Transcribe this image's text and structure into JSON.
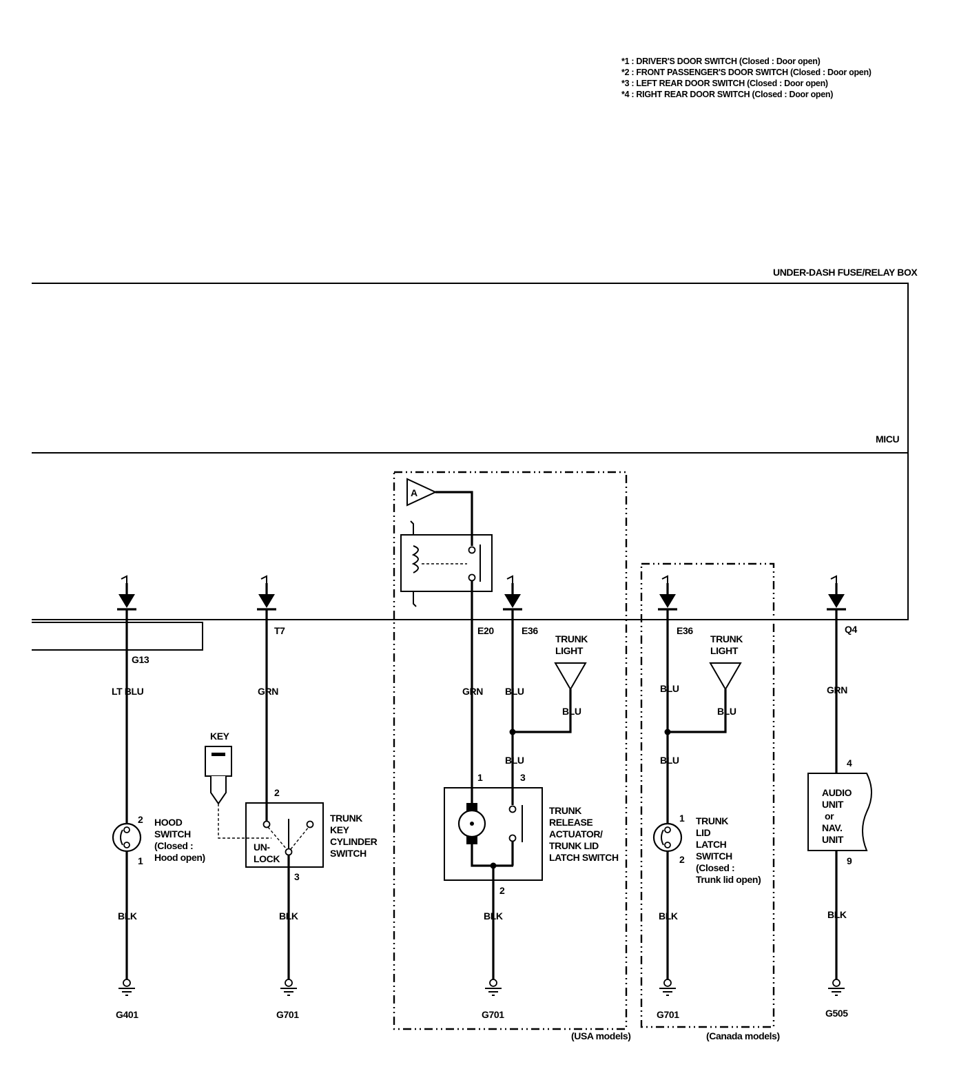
{
  "notes": [
    "*1 : DRIVER'S DOOR SWITCH (Closed : Door open)",
    "*2 : FRONT PASSENGER'S DOOR SWITCH (Closed : Door open)",
    "*3 : LEFT REAR DOOR SWITCH (Closed : Door open)",
    "*4 : RIGHT REAR DOOR SWITCH (Closed : Door open)"
  ],
  "boxes": {
    "fuse_box": "UNDER-DASH FUSE/RELAY BOX",
    "micu": "MICU",
    "usa": "(USA models)",
    "canada": "(Canada models)"
  },
  "terminals": {
    "g13": "G13",
    "t7": "T7",
    "e20": "E20",
    "e36_usa": "E36",
    "e36_can": "E36",
    "q4": "Q4"
  },
  "wires": {
    "hood_top": "LT BLU",
    "hood_bot": "BLK",
    "key_top": "GRN",
    "key_bot": "BLK",
    "usa_grn": "GRN",
    "usa_blu1": "BLU",
    "usa_light": "BLU",
    "usa_blu2": "BLU",
    "usa_bot": "BLK",
    "can_blu1": "BLU",
    "can_light": "BLU",
    "can_blu2": "BLU",
    "can_bot": "BLK",
    "audio_top": "GRN",
    "audio_bot": "BLK"
  },
  "pins": {
    "hood_2": "2",
    "hood_1": "1",
    "key_2": "2",
    "key_3": "3",
    "act_1": "1",
    "act_3": "3",
    "act_2": "2",
    "latch_1": "1",
    "latch_2": "2",
    "audio_4": "4",
    "audio_9": "9"
  },
  "components": {
    "hood_switch": [
      "HOOD",
      "SWITCH",
      "(Closed :",
      "Hood open)"
    ],
    "key": "KEY",
    "unlock": [
      "UN-",
      "LOCK"
    ],
    "key_cylinder": [
      "TRUNK",
      "KEY",
      "CYLINDER",
      "SWITCH"
    ],
    "trunk_light_usa": [
      "TRUNK",
      "LIGHT"
    ],
    "trunk_light_can": [
      "TRUNK",
      "LIGHT"
    ],
    "actuator": [
      "TRUNK",
      "RELEASE",
      "ACTUATOR/",
      "TRUNK LID",
      "LATCH SWITCH"
    ],
    "latch_switch": [
      "TRUNK",
      "LID",
      "LATCH",
      "SWITCH",
      "(Closed :",
      "Trunk lid open)"
    ],
    "audio_unit": [
      "AUDIO",
      "UNIT",
      "or",
      "NAV.",
      "UNIT"
    ],
    "connector_a": "A"
  },
  "grounds": {
    "g401": "G401",
    "g701_key": "G701",
    "g701_usa": "G701",
    "g701_can": "G701",
    "g505": "G505"
  }
}
